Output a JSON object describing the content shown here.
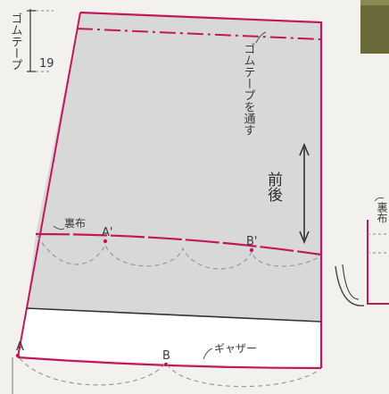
{
  "labels": {
    "elastic_left": "ゴムテープ",
    "elastic_number": "19",
    "elastic_through": "ゴムテープを通す",
    "front_back": "前後",
    "lining": "裏布",
    "point_a_prime": "A'",
    "point_b_prime": "B'",
    "point_a": "A",
    "point_b": "B",
    "gather": "ギャザー",
    "right_fragment": "裏布"
  },
  "colors": {
    "cut_line": "#c2185b",
    "fill_grey": "#d8d8d8",
    "guide_line": "#555555",
    "dashed_gray": "#9a9a9a",
    "swatch_olive": "#6b6a3a"
  }
}
